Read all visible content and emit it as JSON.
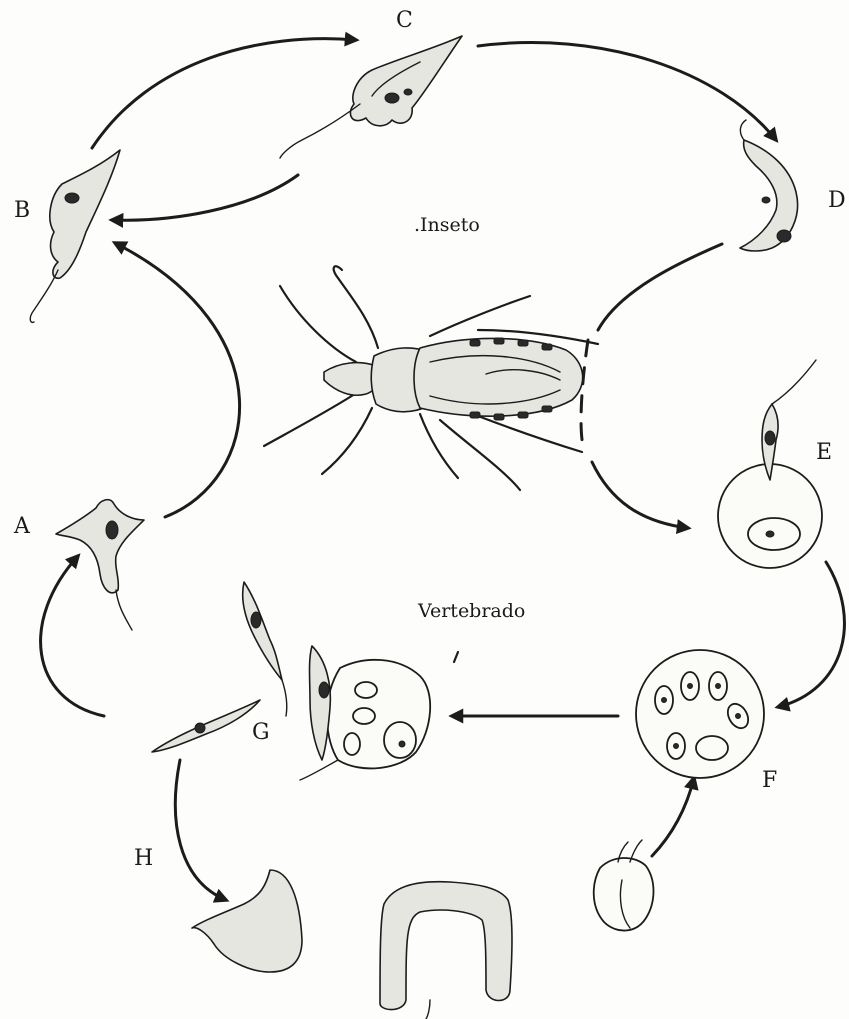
{
  "labels": {
    "A": "A",
    "B": "B",
    "C": "C",
    "D": "D",
    "E": "E",
    "F": "F",
    "G": "G",
    "H": "H"
  },
  "sections": {
    "insect": ".Inseto",
    "vertebrate": "Vertebrado"
  }
}
